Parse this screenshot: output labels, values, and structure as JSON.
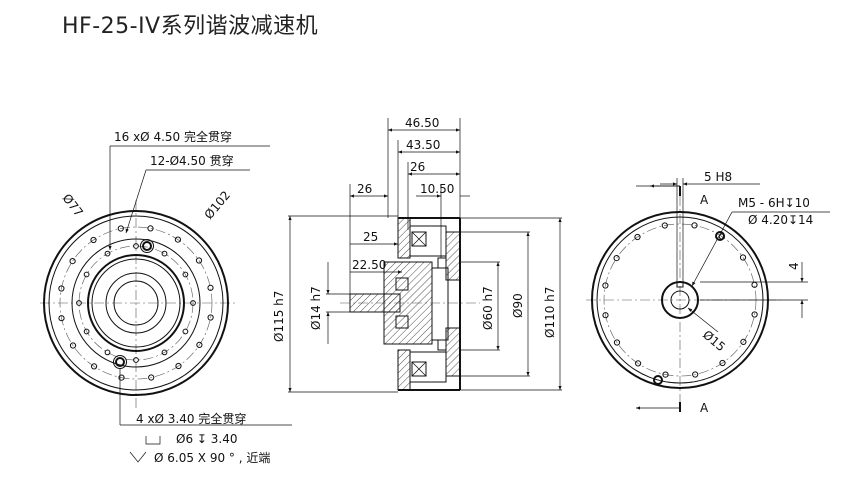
{
  "title": "HF-25-IV系列谐波减速机",
  "front_view": {
    "dia_outer": "Ø102",
    "dia_inner": "Ø77",
    "callout_through_16": "16 xØ 4.50 完全贯穿",
    "callout_through_12": "12-Ø4.50 贯穿",
    "callout_bottom_1": "4 xØ 3.40 完全贯穿",
    "callout_bottom_2": "Ø6 ↧ 3.40",
    "callout_bottom_3": "Ø 6.05 X 90 ° , 近端"
  },
  "section_view": {
    "dim_46_50": "46.50",
    "dim_43_50": "43.50",
    "dim_26_top": "26",
    "dim_26_left": "26",
    "dim_10_50": "10.50",
    "dim_25": "25",
    "dim_22_50": "22.50",
    "dia_115": "Ø115 h7",
    "dia_14": "Ø14 h7",
    "dia_60": "Ø60 h7",
    "dia_90": "Ø90",
    "dia_110": "Ø110 h7"
  },
  "rear_view": {
    "keyway_width": "5 H8",
    "section_mark_top": "A",
    "section_mark_bottom": "A",
    "thread_callout": "M5 - 6H↧10",
    "thread_drill": "Ø 4.20↧14",
    "keyway_depth": "4",
    "bore_dia": "Ø15"
  }
}
